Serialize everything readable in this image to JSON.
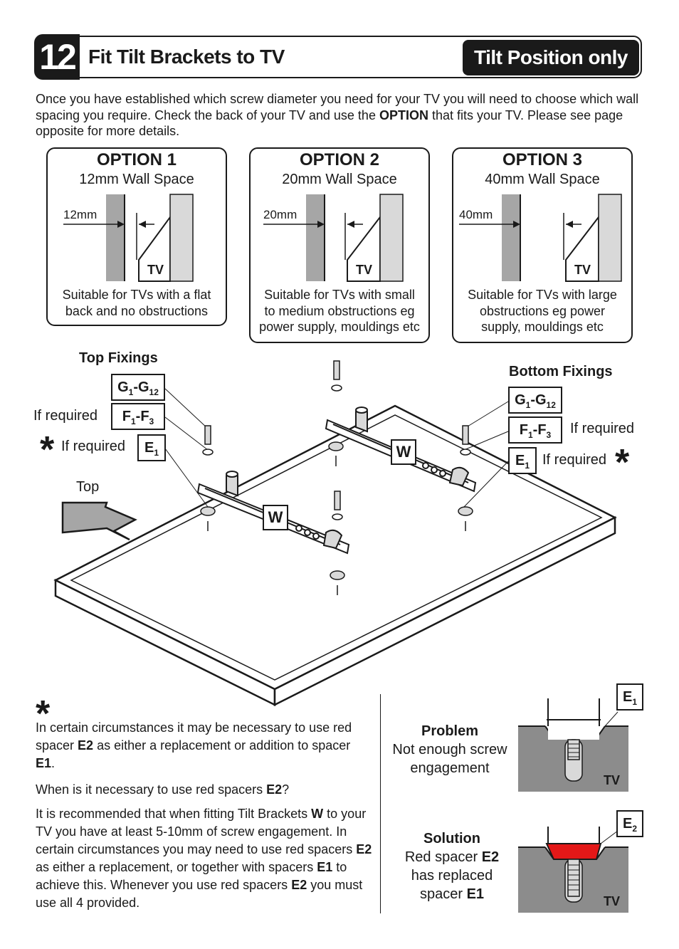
{
  "header": {
    "step_number": "12",
    "title": "Fit Tilt Brackets to TV",
    "badge": "Tilt Position only"
  },
  "intro": {
    "part1": "Once you have established which screw diameter you need for your TV you will need to choose which wall spacing you require. Check the back of your TV and use the ",
    "bold": "OPTION",
    "part2": " that fits your TV. Please see page opposite for more details."
  },
  "options": [
    {
      "title": "OPTION 1",
      "subtitle": "12mm Wall Space",
      "mm": "12mm",
      "tv": "TV",
      "desc_lines": [
        "Suitable for TVs with a flat",
        "back and no obstructions"
      ]
    },
    {
      "title": "OPTION 2",
      "subtitle": "20mm Wall Space",
      "mm": "20mm",
      "tv": "TV",
      "desc_lines": [
        "Suitable for TVs with small",
        "to medium obstructions eg",
        "power supply, mouldings etc"
      ]
    },
    {
      "title": "OPTION 3",
      "subtitle": "40mm Wall Space",
      "mm": "40mm",
      "tv": "TV",
      "desc_lines": [
        "Suitable for TVs with large",
        "obstructions eg power",
        "supply, mouldings etc"
      ]
    }
  ],
  "diagram": {
    "top_fixings": "Top Fixings",
    "bottom_fixings": "Bottom Fixings",
    "g_part_left": {
      "letter": "G",
      "sub1": "1",
      "dash": "-G",
      "sub2": "12"
    },
    "f_part_left": {
      "letter": "F",
      "sub1": "1",
      "dash": "-F",
      "sub2": "3"
    },
    "e_part_left": {
      "letter": "E",
      "sub1": "1"
    },
    "g_part_right": {
      "letter": "G",
      "sub1": "1",
      "dash": "-G",
      "sub2": "12"
    },
    "f_part_right": {
      "letter": "F",
      "sub1": "1",
      "dash": "-F",
      "sub2": "3"
    },
    "e_part_right": {
      "letter": "E",
      "sub1": "1"
    },
    "if_required_f_left": "If required",
    "if_required_e_left": "If required",
    "if_required_f_right": "If required",
    "if_required_e_right": "If required",
    "star": "*",
    "top_label": "Top",
    "bracket_w_left": "W",
    "bracket_w_right": "W"
  },
  "notes": {
    "star": "*",
    "p1": {
      "a": "In certain circumstances it may be necessary to use red spacer ",
      "b1": "E2",
      "c": " as either a replacement or addition to spacer ",
      "b2": "E1",
      "d": "."
    },
    "p2": {
      "a": "When is it necessary to use red spacers ",
      "b1": "E2",
      "c": "?"
    },
    "p3": {
      "a": "It is recommended that when fitting Tilt Brackets ",
      "b1": "W",
      "c": " to your TV you have at least 5-10mm of screw engagement. In certain circumstances you may need to use red spacers ",
      "b2": "E2",
      "d": " as either a replacement, or together with spacers ",
      "b3": "E1",
      "e": " to achieve this. Whenever you use red spacers ",
      "b4": "E2",
      "f": " you must use all 4 provided."
    }
  },
  "problem": {
    "title": "Problem",
    "lines": [
      "Not enough screw",
      "engagement"
    ],
    "part": {
      "letter": "E",
      "sub": "1"
    },
    "tv": "TV"
  },
  "solution": {
    "title": "Solution",
    "line1_text": "Red spacer ",
    "line1_bold": "E2",
    "line2": "has replaced",
    "line3_text": "spacer ",
    "line3_bold": "E1",
    "part": {
      "letter": "E",
      "sub": "2"
    },
    "tv": "TV"
  },
  "colors": {
    "ink": "#1a1a1a",
    "wall_grey": "#a6a6a6",
    "panel_grey": "#d9d9d9",
    "tv_grey": "#8c8c8c",
    "red_spacer": "#e31818"
  }
}
